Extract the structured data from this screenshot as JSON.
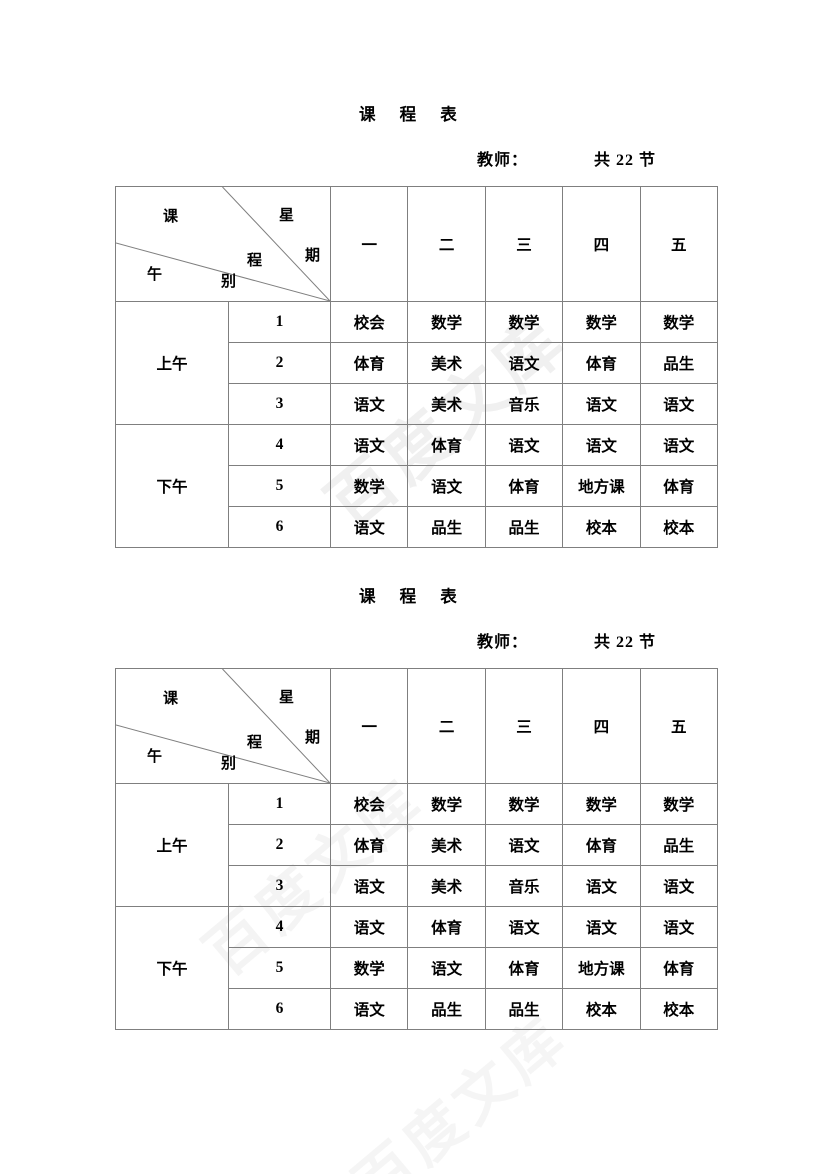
{
  "document": {
    "title": "课  程  表",
    "teacher_label": "教师：",
    "total_label": "共 22 节",
    "watermark_text": "百度文库"
  },
  "corner_header": {
    "ke": "课",
    "xing": "星",
    "cheng": "程",
    "qi": "期",
    "wu": "午",
    "bie": "别"
  },
  "weekdays": [
    "一",
    "二",
    "三",
    "四",
    "五"
  ],
  "halves": [
    {
      "label": "上午",
      "period_numbers": [
        "1",
        "2",
        "3"
      ]
    },
    {
      "label": "下午",
      "period_numbers": [
        "4",
        "5",
        "6"
      ]
    }
  ],
  "schedule": {
    "rows": [
      {
        "half": "上午",
        "num": "1",
        "subjects": [
          "校会",
          "数学",
          "数学",
          "数学",
          "数学"
        ]
      },
      {
        "half": "上午",
        "num": "2",
        "subjects": [
          "体育",
          "美术",
          "语文",
          "体育",
          "品生"
        ]
      },
      {
        "half": "上午",
        "num": "3",
        "subjects": [
          "语文",
          "美术",
          "音乐",
          "语文",
          "语文"
        ]
      },
      {
        "half": "下午",
        "num": "4",
        "subjects": [
          "语文",
          "体育",
          "语文",
          "语文",
          "语文"
        ]
      },
      {
        "half": "下午",
        "num": "5",
        "subjects": [
          "数学",
          "语文",
          "体育",
          "地方课",
          "体育"
        ]
      },
      {
        "half": "下午",
        "num": "6",
        "subjects": [
          "语文",
          "品生",
          "品生",
          "校本",
          "校本"
        ]
      }
    ]
  },
  "tables": [
    {
      "id": "schedule-table-1"
    },
    {
      "id": "schedule-table-2"
    }
  ],
  "colors": {
    "page_background": "#ffffff",
    "text": "#000000",
    "border": "#7f7f7f",
    "watermark": "#f0f0f0"
  }
}
